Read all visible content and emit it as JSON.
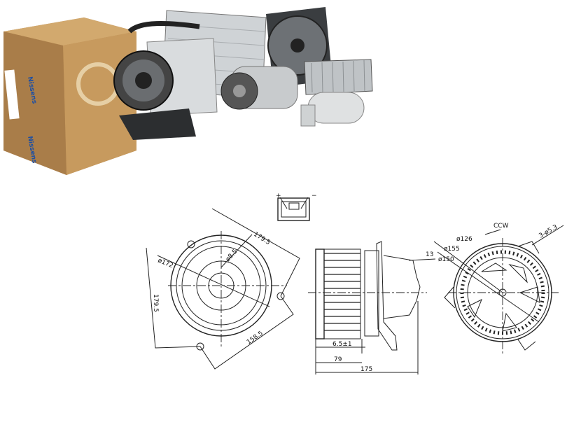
{
  "product_photo": {
    "brand_logo": "Nissens",
    "items": [
      "box",
      "radiator-condenser",
      "cooling-fan",
      "blower-motor",
      "compressor",
      "heater-core",
      "receiver-drier"
    ]
  },
  "drawing": {
    "connector": {
      "plus": "+",
      "minus": "−"
    },
    "front_view": {
      "dim_top": "179.5",
      "dim_hole": "ø8.5",
      "dim_diameter": "ø172",
      "dim_left": "179.5",
      "dim_bottom": "158.5"
    },
    "side_view": {
      "dim_13": "13",
      "dim_gap": "6.5±1",
      "dim_79": "79",
      "dim_175": "175"
    },
    "rear_view": {
      "rotation": "CCW",
      "holes": "3-ø5.3",
      "d126": "ø126",
      "d155": "ø155",
      "d150": "ø150"
    }
  }
}
